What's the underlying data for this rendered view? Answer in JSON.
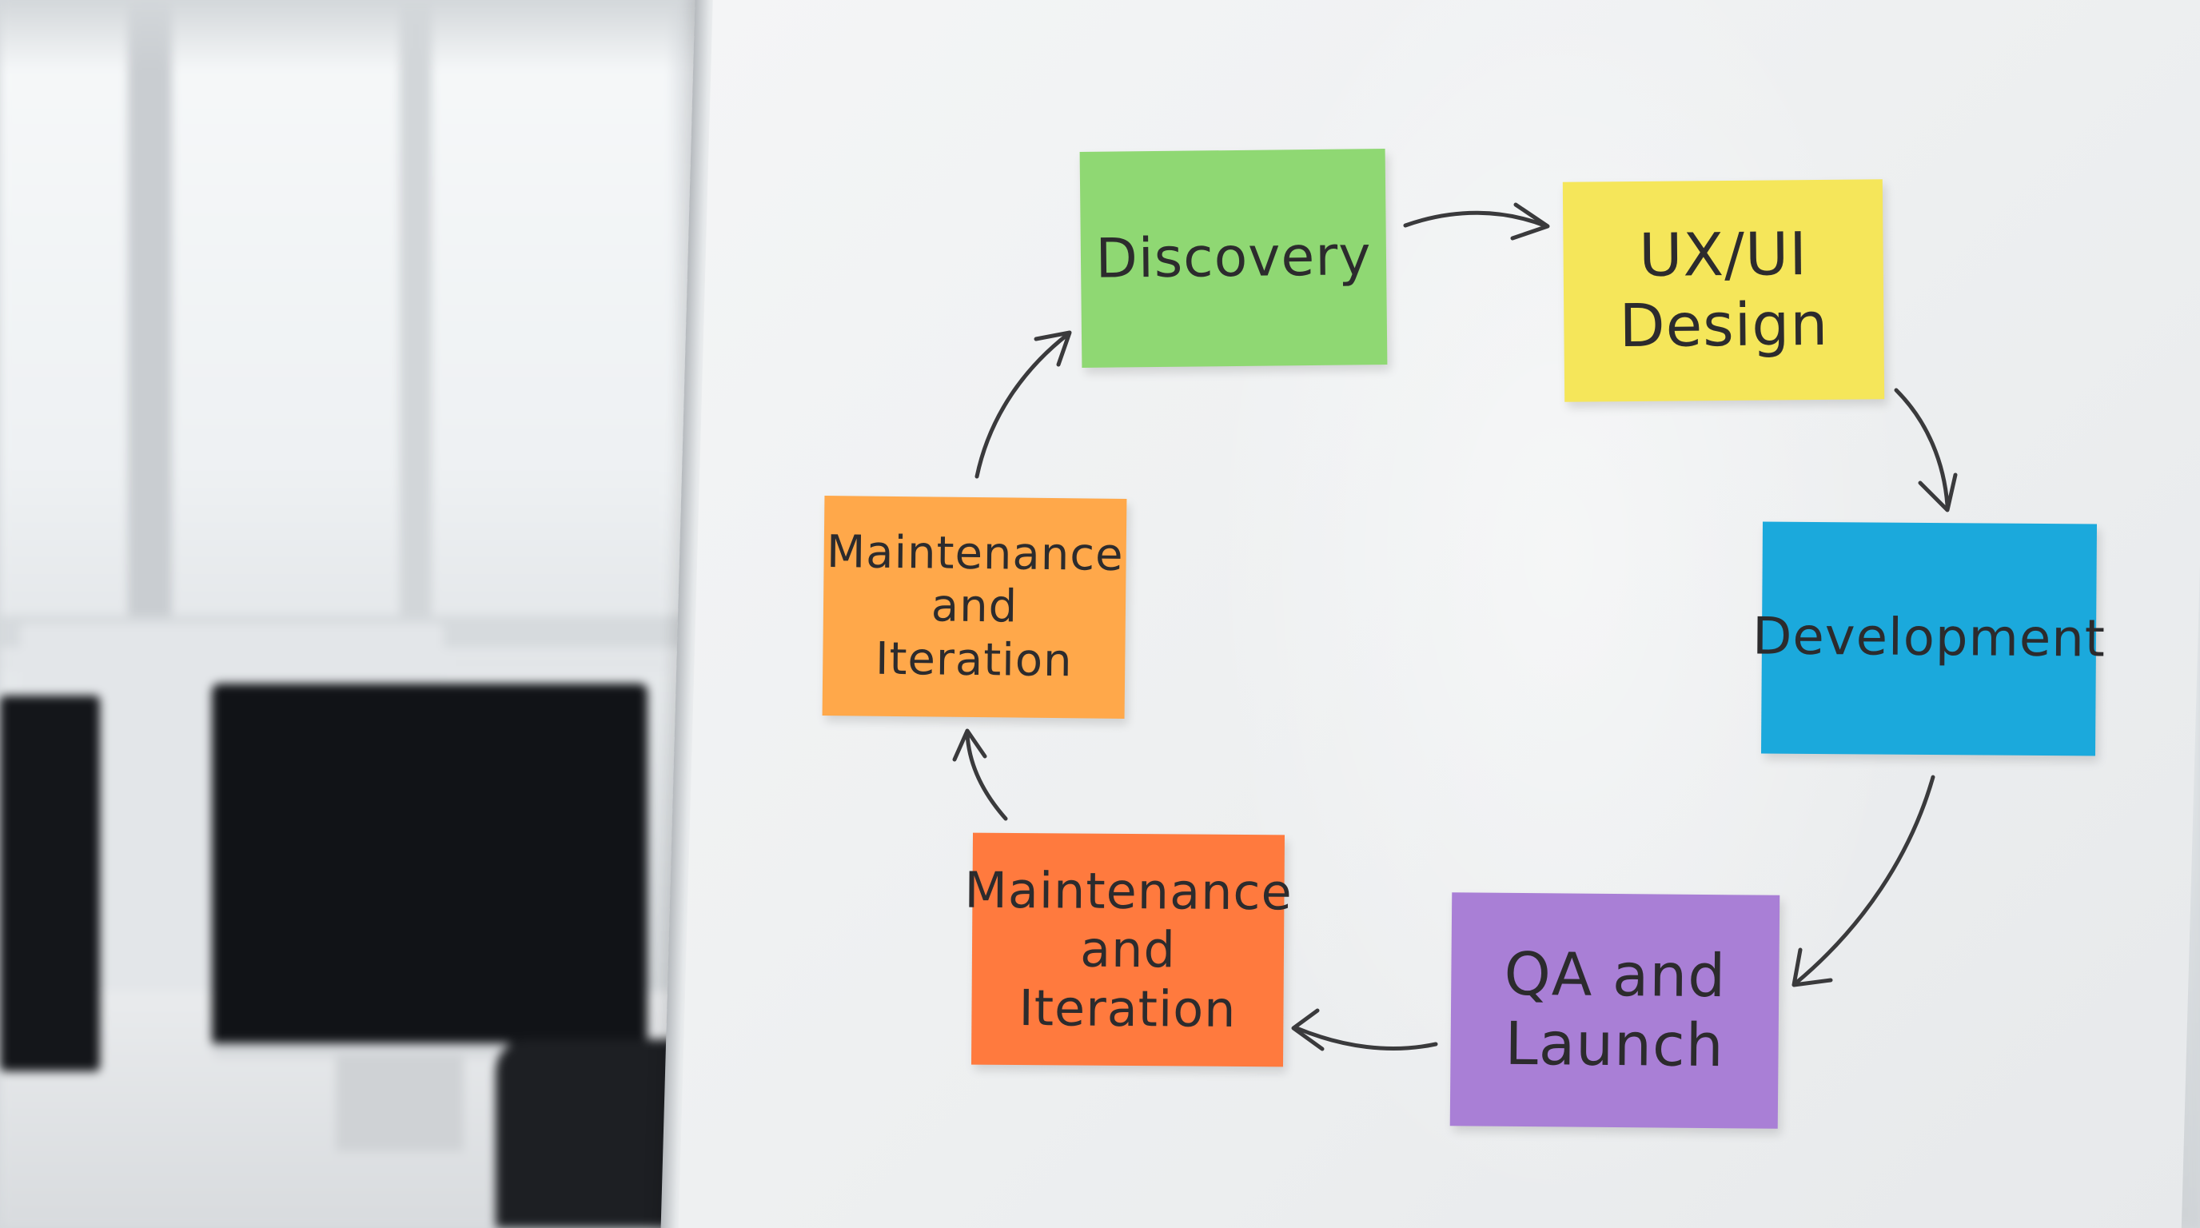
{
  "colors": {
    "discovery": "#8fd873",
    "ux_ui_design": "#f5e65a",
    "development": "#1ba9dc",
    "qa_launch": "#a97fd6",
    "maintenance_orange": "#ff7a3e",
    "maintenance_amber": "#ffa84a",
    "marker": "#3a3a3c"
  },
  "notes": {
    "discovery": "Discovery",
    "ux_ui_design": "UX/UI\nDesign",
    "development": "Development",
    "qa_launch": "QA and\nLaunch",
    "maintenance_lower": "Maintenance\nand\nIteration",
    "maintenance_upper": "Maintenance\nand\nIteration"
  }
}
